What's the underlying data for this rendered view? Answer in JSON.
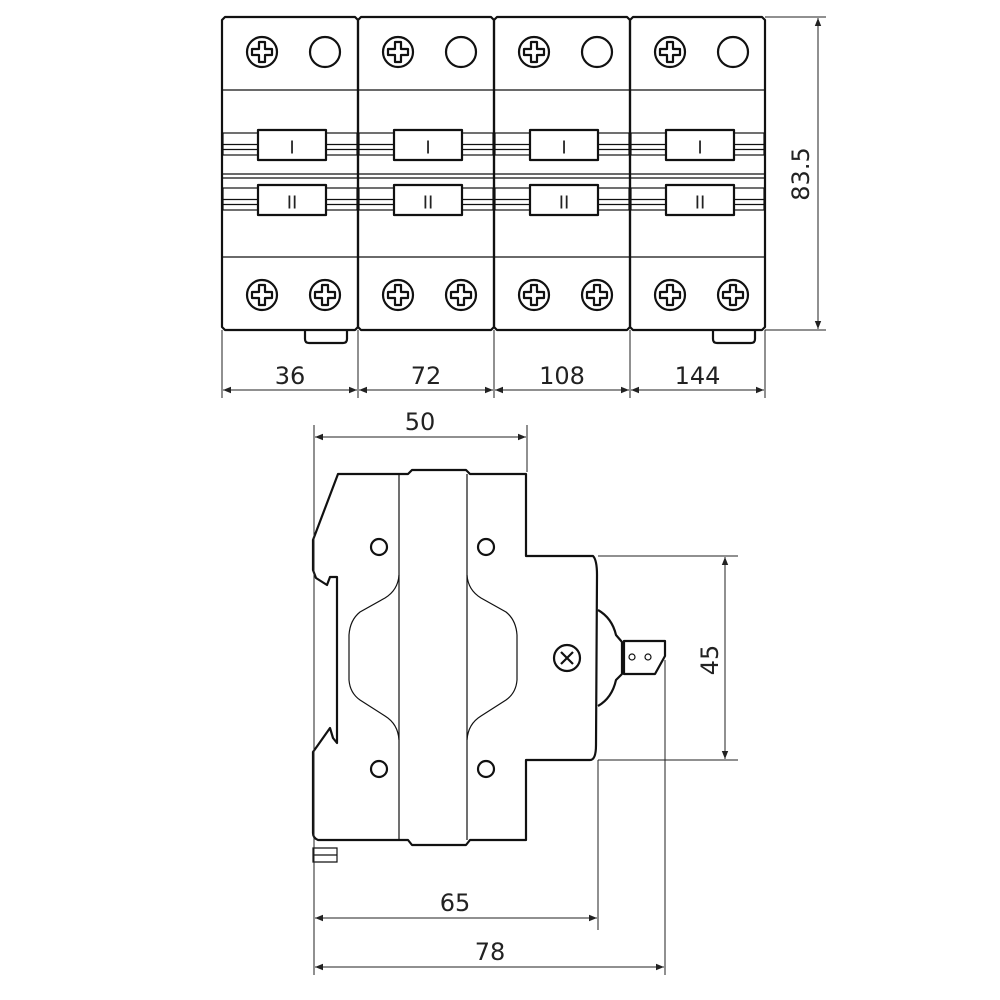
{
  "front_view": {
    "modules": [
      {
        "handle_top_mark": "I",
        "handle_bottom_mark": "II"
      },
      {
        "handle_top_mark": "I",
        "handle_bottom_mark": "II"
      },
      {
        "handle_top_mark": "I",
        "handle_bottom_mark": "II"
      },
      {
        "handle_top_mark": "I",
        "handle_bottom_mark": "II"
      }
    ],
    "width_dimensions": [
      "36",
      "72",
      "108",
      "144"
    ],
    "height_dimension": "83.5"
  },
  "side_view": {
    "depth_top_dimension": "50",
    "front_height_dimension": "45",
    "depth_to_face_dimension": "65",
    "overall_depth_dimension": "78"
  }
}
